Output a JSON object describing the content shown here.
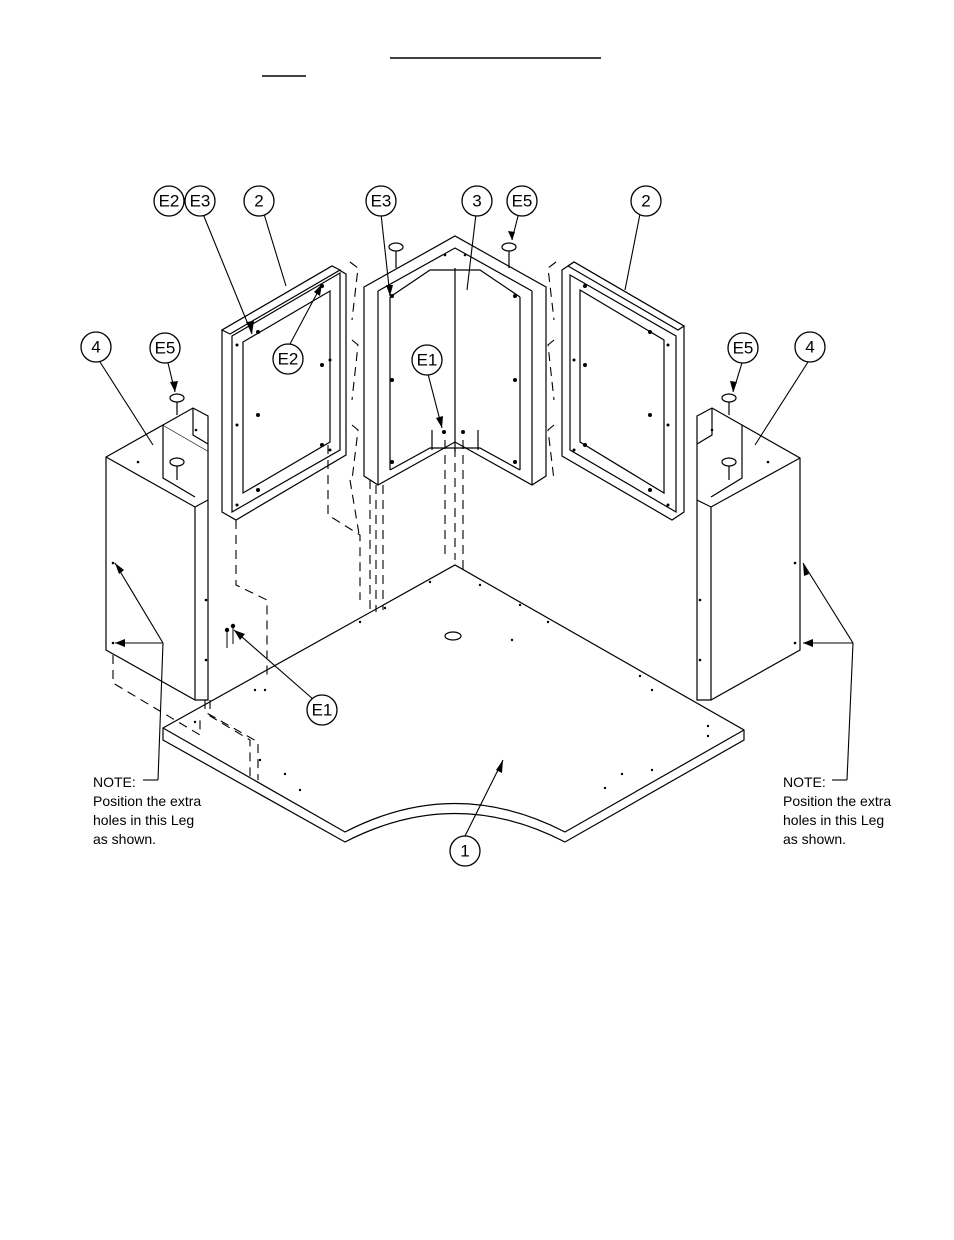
{
  "callouts": {
    "e2_top_left": "E2",
    "e3_top_left": "E3",
    "p2_left": "2",
    "e3_center": "E3",
    "p3_center": "3",
    "e5_center": "E5",
    "p2_right": "2",
    "p4_left": "4",
    "e5_left": "E5",
    "e2_mid": "E2",
    "e1_center": "E1",
    "e5_right": "E5",
    "p4_right": "4",
    "e1_lower": "E1",
    "p1_bottom": "1"
  },
  "notes": {
    "left": [
      "NOTE:",
      "Position the extra",
      "holes in this Leg",
      "as shown."
    ],
    "right": [
      "NOTE:",
      "Position the extra",
      "holes in this Leg",
      "as shown."
    ]
  }
}
